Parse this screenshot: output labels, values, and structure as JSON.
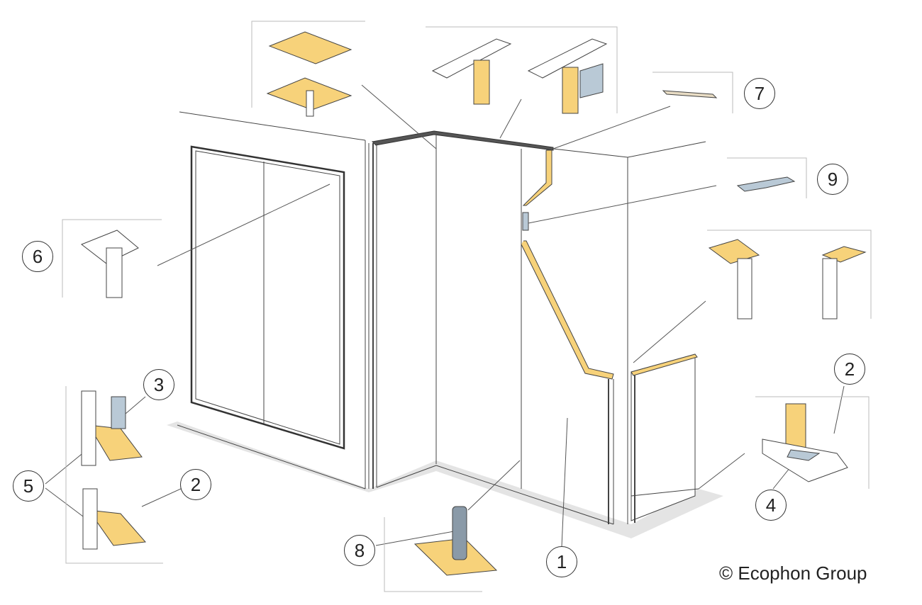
{
  "callouts": {
    "c1": "1",
    "c2_left": "2",
    "c2_right": "2",
    "c3": "3",
    "c4": "4",
    "c5": "5",
    "c6": "6",
    "c7": "7",
    "c8": "8",
    "c9": "9"
  },
  "copyright": "© Ecophon Group",
  "colors": {
    "panel_edge": "#f7d27a",
    "line": "#444444",
    "floor": "#e6e6e6",
    "metal": "#b9c9d6"
  }
}
